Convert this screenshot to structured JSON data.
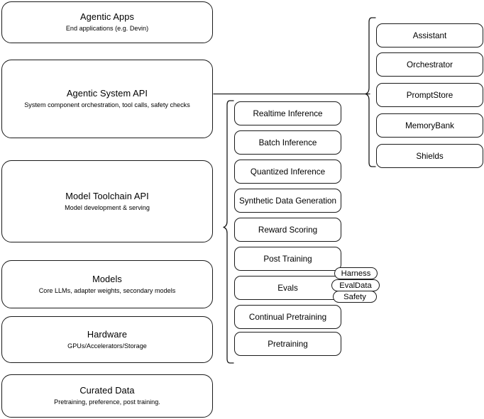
{
  "diagram": {
    "type": "layered-stack-architecture",
    "background_color": "#ffffff",
    "stroke_color": "#1a1a1a",
    "layers": [
      {
        "id": "agentic-apps",
        "title": "Agentic Apps",
        "subtitle": "End applications (e.g. Devin)"
      },
      {
        "id": "agentic-system-api",
        "title": "Agentic System API",
        "subtitle": "System component orchestration, tool calls, safety checks"
      },
      {
        "id": "model-toolchain-api",
        "title": "Model Toolchain API",
        "subtitle": "Model development & serving"
      },
      {
        "id": "models",
        "title": "Models",
        "subtitle": "Core LLMs, adapter weights, secondary models"
      },
      {
        "id": "hardware",
        "title": "Hardware",
        "subtitle": "GPUs/Accelerators/Storage"
      },
      {
        "id": "curated-data",
        "title": "Curated Data",
        "subtitle": "Pretraining, preference, post training."
      }
    ],
    "toolchain_components": [
      {
        "id": "realtime-inference",
        "label": "Realtime Inference"
      },
      {
        "id": "batch-inference",
        "label": "Batch Inference"
      },
      {
        "id": "quantized-inference",
        "label": "Quantized Inference"
      },
      {
        "id": "synthetic-data-generation",
        "label": "Synthetic Data Generation"
      },
      {
        "id": "reward-scoring",
        "label": "Reward Scoring"
      },
      {
        "id": "post-training",
        "label": "Post Training"
      },
      {
        "id": "evals",
        "label": "Evals"
      },
      {
        "id": "continual-pretraining",
        "label": "Continual Pretraining"
      },
      {
        "id": "pretraining",
        "label": "Pretraining"
      }
    ],
    "evals_subcomponents": [
      {
        "id": "harness",
        "label": "Harness"
      },
      {
        "id": "evaldata",
        "label": "EvalData"
      },
      {
        "id": "safety",
        "label": "Safety"
      }
    ],
    "agentic_components": [
      {
        "id": "assistant",
        "label": "Assistant"
      },
      {
        "id": "orchestrator",
        "label": "Orchestrator"
      },
      {
        "id": "promptstore",
        "label": "PromptStore"
      },
      {
        "id": "memorybank",
        "label": "MemoryBank"
      },
      {
        "id": "shields",
        "label": "Shields"
      }
    ]
  }
}
